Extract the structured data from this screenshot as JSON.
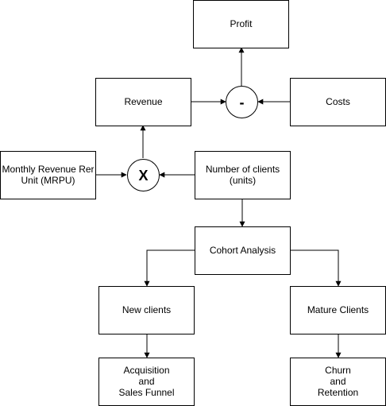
{
  "nodes": {
    "profit": {
      "lines": [
        "Profit"
      ]
    },
    "revenue": {
      "lines": [
        "Revenue"
      ]
    },
    "costs": {
      "lines": [
        "Costs"
      ]
    },
    "mrpu": {
      "lines": [
        "Monthly Revenue Rer",
        "Unit (MRPU)"
      ]
    },
    "clients": {
      "lines": [
        "Number of clients",
        "(units)"
      ]
    },
    "cohort": {
      "lines": [
        "Cohort Analysis"
      ]
    },
    "new_clients": {
      "lines": [
        "New clients"
      ]
    },
    "mature_clients": {
      "lines": [
        "Mature Clients"
      ]
    },
    "acquisition": {
      "lines": [
        "Acquisition",
        "and",
        "Sales Funnel"
      ]
    },
    "churn": {
      "lines": [
        "Churn",
        "and",
        "Retention"
      ]
    }
  },
  "operators": {
    "minus": {
      "symbol": "-"
    },
    "times": {
      "symbol": "X"
    }
  },
  "edges": [
    {
      "from": "revenue",
      "to": "minus"
    },
    {
      "from": "costs",
      "to": "minus"
    },
    {
      "from": "minus",
      "to": "profit"
    },
    {
      "from": "mrpu",
      "to": "times"
    },
    {
      "from": "clients",
      "to": "times"
    },
    {
      "from": "times",
      "to": "revenue"
    },
    {
      "from": "clients",
      "to": "cohort"
    },
    {
      "from": "cohort",
      "to": "new_clients"
    },
    {
      "from": "cohort",
      "to": "mature_clients"
    },
    {
      "from": "new_clients",
      "to": "acquisition"
    },
    {
      "from": "mature_clients",
      "to": "churn"
    }
  ]
}
